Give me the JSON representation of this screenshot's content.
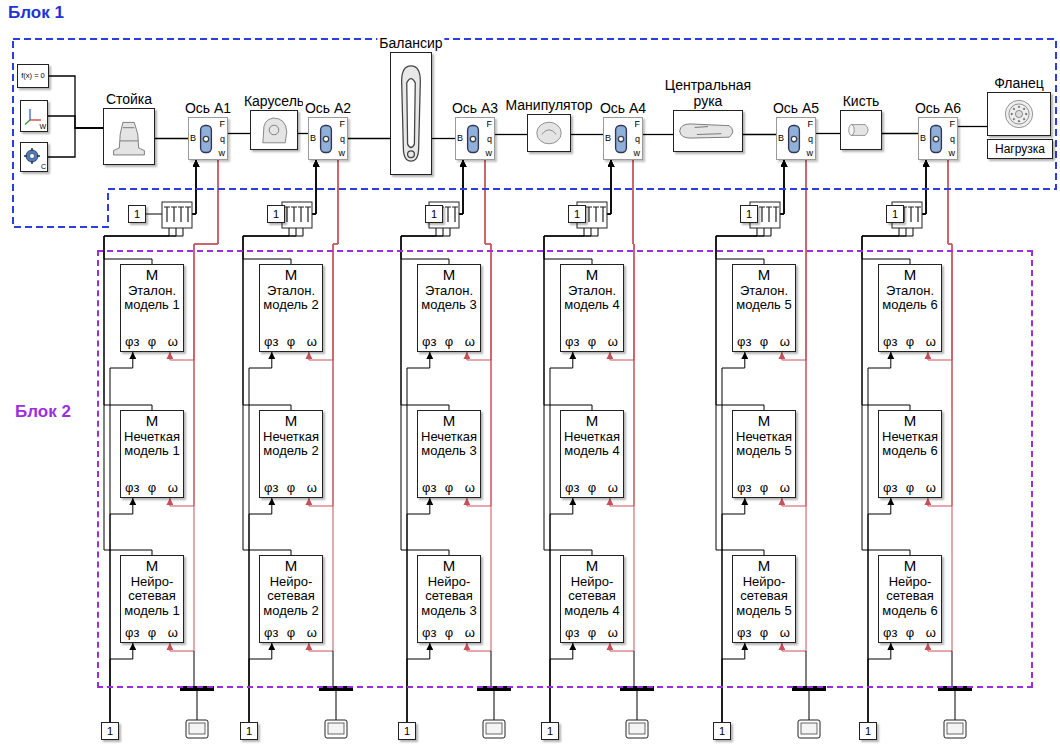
{
  "diagram": {
    "nodes": [
      {
        "text": [
          "Блок 1"
        ]
      },
      {
        "text": [
          "f(x) = 0"
        ],
        "in": 0
      },
      {
        "text": [
          "W"
        ],
        "in": 0
      },
      {
        "text": [
          "C"
        ],
        "in": 0
      },
      {
        "text": [
          "Стойка"
        ],
        "in": 0
      },
      {
        "text": [
          "Ось A1",
          "B",
          "F",
          "q",
          "w"
        ],
        "in": 0
      },
      {
        "text": [
          "Карусель"
        ],
        "in": 0
      },
      {
        "text": [
          "Ось A2",
          "B",
          "F",
          "q",
          "w"
        ],
        "in": 0
      },
      {
        "text": [
          "Балансир"
        ],
        "in": 0
      },
      {
        "text": [
          "Ось A3",
          "B",
          "F",
          "q",
          "w"
        ],
        "in": 0
      },
      {
        "text": [
          "Манипулятор"
        ],
        "in": 0
      },
      {
        "text": [
          "Ось A4",
          "B",
          "F",
          "q",
          "w"
        ],
        "in": 0
      },
      {
        "text": [
          "Центральная рука"
        ],
        "in": 0
      },
      {
        "text": [
          "Ось A5",
          "B",
          "F",
          "q",
          "w"
        ],
        "in": 0
      },
      {
        "text": [
          "Кисть"
        ],
        "in": 0
      },
      {
        "text": [
          "Ось A6",
          "B",
          "F",
          "q",
          "w"
        ],
        "in": 0
      },
      {
        "text": [
          "Фланец"
        ],
        "in": 0
      },
      {
        "text": [
          "Нагрузка"
        ],
        "in": 0
      },
      {
        "text": [
          "Блок 2"
        ]
      },
      {
        "text": [
          "1"
        ]
      },
      {
        "text": [
          "M",
          "Эталон. модель 1",
          "φз",
          "φ",
          "ω"
        ],
        "in": 18
      },
      {
        "text": [
          "M",
          "Нечеткая модель 1",
          "φз",
          "φ",
          "ω"
        ],
        "in": 18
      },
      {
        "text": [
          "M",
          "Нейро-сетевая модель 1",
          "φз",
          "φ",
          "ω"
        ],
        "in": 18
      },
      {
        "text": [
          "1"
        ]
      },
      {
        "text": [
          "1"
        ]
      },
      {
        "text": [
          "M",
          "Эталон. модель 2",
          "φз",
          "φ",
          "ω"
        ],
        "in": 18
      },
      {
        "text": [
          "M",
          "Нечеткая модель 2",
          "φз",
          "φ",
          "ω"
        ],
        "in": 18
      },
      {
        "text": [
          "M",
          "Нейро-сетевая модель 2",
          "φз",
          "φ",
          "ω"
        ],
        "in": 18
      },
      {
        "text": [
          "1"
        ]
      },
      {
        "text": [
          "1"
        ]
      },
      {
        "text": [
          "M",
          "Эталон. модель 3",
          "φз",
          "φ",
          "ω"
        ],
        "in": 18
      },
      {
        "text": [
          "M",
          "Нечеткая модель 3",
          "φз",
          "φ",
          "ω"
        ],
        "in": 18
      },
      {
        "text": [
          "M",
          "Нейро-сетевая модель 3",
          "φз",
          "φ",
          "ω"
        ],
        "in": 18
      },
      {
        "text": [
          "1"
        ]
      },
      {
        "text": [
          "1"
        ]
      },
      {
        "text": [
          "M",
          "Эталон. модель 4",
          "φз",
          "φ",
          "ω"
        ],
        "in": 18
      },
      {
        "text": [
          "M",
          "Нечеткая модель 4",
          "φз",
          "φ",
          "ω"
        ],
        "in": 18
      },
      {
        "text": [
          "M",
          "Нейро-сетевая модель 4",
          "φз",
          "φ",
          "ω"
        ],
        "in": 18
      },
      {
        "text": [
          "1"
        ]
      },
      {
        "text": [
          "1"
        ]
      },
      {
        "text": [
          "M",
          "Эталон. модель 5",
          "φз",
          "φ",
          "ω"
        ],
        "in": 18
      },
      {
        "text": [
          "M",
          "Нечеткая модель 5",
          "φз",
          "φ",
          "ω"
        ],
        "in": 18
      },
      {
        "text": [
          "M",
          "Нейро-сетевая модель 5",
          "φз",
          "φ",
          "ω"
        ],
        "in": 18
      },
      {
        "text": [
          "1"
        ]
      },
      {
        "text": [
          "1"
        ]
      },
      {
        "text": [
          "M",
          "Эталон. модель 6",
          "φз",
          "φ",
          "ω"
        ],
        "in": 18
      },
      {
        "text": [
          "M",
          "Нечеткая модель 6",
          "φз",
          "φ",
          "ω"
        ],
        "in": 18
      },
      {
        "text": [
          "M",
          "Нейро-сетевая модель 6",
          "φз",
          "φ",
          "ω"
        ],
        "in": 18
      },
      {
        "text": [
          "1"
        ]
      }
    ],
    "edges": [
      {
        "from": 1,
        "to": 4,
        "arrow": "none"
      },
      {
        "from": 2,
        "to": 4,
        "arrow": "none"
      },
      {
        "from": 3,
        "to": 4,
        "arrow": "none"
      },
      {
        "from": 4,
        "to": 5,
        "arrow": "none"
      },
      {
        "from": 5,
        "to": 6,
        "arrow": "none"
      },
      {
        "from": 6,
        "to": 7,
        "arrow": "none"
      },
      {
        "from": 7,
        "to": 8,
        "arrow": "none"
      },
      {
        "from": 8,
        "to": 9,
        "arrow": "none"
      },
      {
        "from": 9,
        "to": 10,
        "arrow": "none"
      },
      {
        "from": 10,
        "to": 11,
        "arrow": "none"
      },
      {
        "from": 11,
        "to": 12,
        "arrow": "none"
      },
      {
        "from": 12,
        "to": 13,
        "arrow": "none"
      },
      {
        "from": 13,
        "to": 14,
        "arrow": "none"
      },
      {
        "from": 14,
        "to": 15,
        "arrow": "none"
      },
      {
        "from": 15,
        "to": 16,
        "arrow": "none"
      },
      {
        "from": 19,
        "to": 5,
        "arrow": "to"
      },
      {
        "from": 20,
        "to": 5,
        "arrow": "to"
      },
      {
        "from": 21,
        "to": 5,
        "arrow": "to"
      },
      {
        "from": 22,
        "to": 5,
        "arrow": "to"
      },
      {
        "from": 5,
        "to": 20,
        "arrow": "to"
      },
      {
        "from": 5,
        "to": 21,
        "arrow": "to"
      },
      {
        "from": 5,
        "to": 22,
        "arrow": "to"
      },
      {
        "from": 23,
        "to": 20,
        "arrow": "to"
      },
      {
        "from": 23,
        "to": 21,
        "arrow": "to"
      },
      {
        "from": 23,
        "to": 22,
        "arrow": "to"
      },
      {
        "from": 24,
        "to": 7,
        "arrow": "to"
      },
      {
        "from": 25,
        "to": 7,
        "arrow": "to"
      },
      {
        "from": 26,
        "to": 7,
        "arrow": "to"
      },
      {
        "from": 27,
        "to": 7,
        "arrow": "to"
      },
      {
        "from": 7,
        "to": 25,
        "arrow": "to"
      },
      {
        "from": 7,
        "to": 26,
        "arrow": "to"
      },
      {
        "from": 7,
        "to": 27,
        "arrow": "to"
      },
      {
        "from": 28,
        "to": 25,
        "arrow": "to"
      },
      {
        "from": 28,
        "to": 26,
        "arrow": "to"
      },
      {
        "from": 28,
        "to": 27,
        "arrow": "to"
      },
      {
        "from": 29,
        "to": 9,
        "arrow": "to"
      },
      {
        "from": 30,
        "to": 9,
        "arrow": "to"
      },
      {
        "from": 31,
        "to": 9,
        "arrow": "to"
      },
      {
        "from": 32,
        "to": 9,
        "arrow": "to"
      },
      {
        "from": 9,
        "to": 30,
        "arrow": "to"
      },
      {
        "from": 9,
        "to": 31,
        "arrow": "to"
      },
      {
        "from": 9,
        "to": 32,
        "arrow": "to"
      },
      {
        "from": 33,
        "to": 30,
        "arrow": "to"
      },
      {
        "from": 33,
        "to": 31,
        "arrow": "to"
      },
      {
        "from": 33,
        "to": 32,
        "arrow": "to"
      },
      {
        "from": 34,
        "to": 11,
        "arrow": "to"
      },
      {
        "from": 35,
        "to": 11,
        "arrow": "to"
      },
      {
        "from": 36,
        "to": 11,
        "arrow": "to"
      },
      {
        "from": 37,
        "to": 11,
        "arrow": "to"
      },
      {
        "from": 11,
        "to": 35,
        "arrow": "to"
      },
      {
        "from": 11,
        "to": 36,
        "arrow": "to"
      },
      {
        "from": 11,
        "to": 37,
        "arrow": "to"
      },
      {
        "from": 38,
        "to": 35,
        "arrow": "to"
      },
      {
        "from": 38,
        "to": 36,
        "arrow": "to"
      },
      {
        "from": 38,
        "to": 37,
        "arrow": "to"
      },
      {
        "from": 39,
        "to": 13,
        "arrow": "to"
      },
      {
        "from": 40,
        "to": 13,
        "arrow": "to"
      },
      {
        "from": 41,
        "to": 13,
        "arrow": "to"
      },
      {
        "from": 42,
        "to": 13,
        "arrow": "to"
      },
      {
        "from": 13,
        "to": 40,
        "arrow": "to"
      },
      {
        "from": 13,
        "to": 41,
        "arrow": "to"
      },
      {
        "from": 13,
        "to": 42,
        "arrow": "to"
      },
      {
        "from": 43,
        "to": 40,
        "arrow": "to"
      },
      {
        "from": 43,
        "to": 41,
        "arrow": "to"
      },
      {
        "from": 43,
        "to": 42,
        "arrow": "to"
      },
      {
        "from": 44,
        "to": 15,
        "arrow": "to"
      },
      {
        "from": 45,
        "to": 15,
        "arrow": "to"
      },
      {
        "from": 46,
        "to": 15,
        "arrow": "to"
      },
      {
        "from": 47,
        "to": 15,
        "arrow": "to"
      },
      {
        "from": 15,
        "to": 45,
        "arrow": "to"
      },
      {
        "from": 15,
        "to": 46,
        "arrow": "to"
      },
      {
        "from": 15,
        "to": 47,
        "arrow": "to"
      },
      {
        "from": 48,
        "to": 45,
        "arrow": "to"
      },
      {
        "from": 48,
        "to": 46,
        "arrow": "to"
      },
      {
        "from": 48,
        "to": 47,
        "arrow": "to"
      }
    ]
  }
}
